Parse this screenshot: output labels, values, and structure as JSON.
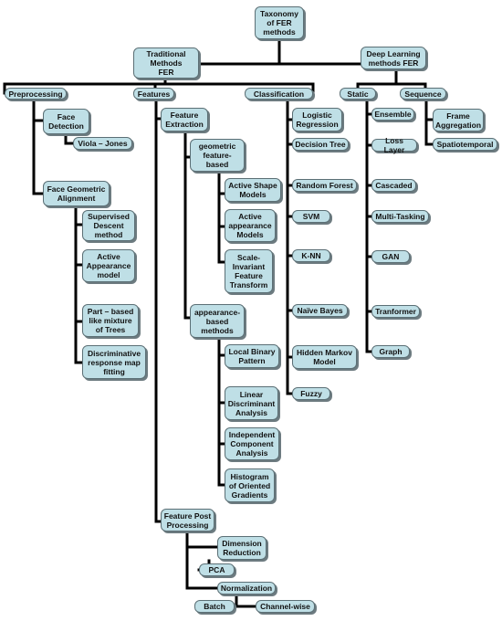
{
  "colors": {
    "node_fill": "#bfdfe6",
    "node_border": "#5b6f75",
    "connector": "#000000"
  },
  "diagram": {
    "root": "Taxonomy\nof FER\nmethods",
    "traditional": "Traditional\nMethods\nFER",
    "deep": "Deep Learning\nmethods FER",
    "preprocessing": "Preprocessing",
    "features": "Features",
    "classification": "Classification",
    "static": "Static",
    "sequence": "Sequence",
    "face_detection": "Face\nDetection",
    "viola_jones": "Viola – Jones",
    "face_geometric_alignment": "Face Geometric\nAlignment",
    "supervised_descent": "Supervised\nDescent\nmethod",
    "active_appearance_model": "Active\nAppearance\nmodel",
    "part_based": "Part – based\nlike mixture\nof Trees",
    "discriminative_response": "Discriminative\nresponse map\nfitting",
    "feature_extraction": "Feature\nExtraction",
    "geometric_feature_based": "geometric\nfeature-\nbased",
    "active_shape_models": "Active Shape\nModels",
    "active_appearance_models": "Active\nappearance\nModels",
    "sift": "Scale-\nInvariant\nFeature\nTransform",
    "appearance_based": "appearance-\nbased\nmethods",
    "lbp": "Local Binary\nPattern",
    "lda": "Linear\nDiscriminant\nAnalysis",
    "ica": "Independent\nComponent\nAnalysis",
    "hog": "Histogram\nof Oriented\nGradients",
    "feature_post_processing": "Feature Post\nProcessing",
    "dimension_reduction": "Dimension\nReduction",
    "pca": "PCA",
    "normalization": "Normalization",
    "batch": "Batch",
    "channel_wise": "Channel-wise",
    "logistic_regression": "Logistic\nRegression",
    "decision_tree": "Decision Tree",
    "random_forest": "Random Forest",
    "svm": "SVM",
    "knn": "K-NN",
    "naive_bayes": "Naïve Bayes",
    "hmm": "Hidden Markov\nModel",
    "fuzzy": "Fuzzy",
    "ensemble": "Ensemble",
    "loss_layer": "Loss Layer",
    "cascaded": "Cascaded",
    "multi_tasking": "Multi-Tasking",
    "gan": "GAN",
    "transformer": "Tranformer",
    "graph": "Graph",
    "frame_aggregation": "Frame\nAggregation",
    "spatiotemporal": "Spatiotemporal"
  }
}
